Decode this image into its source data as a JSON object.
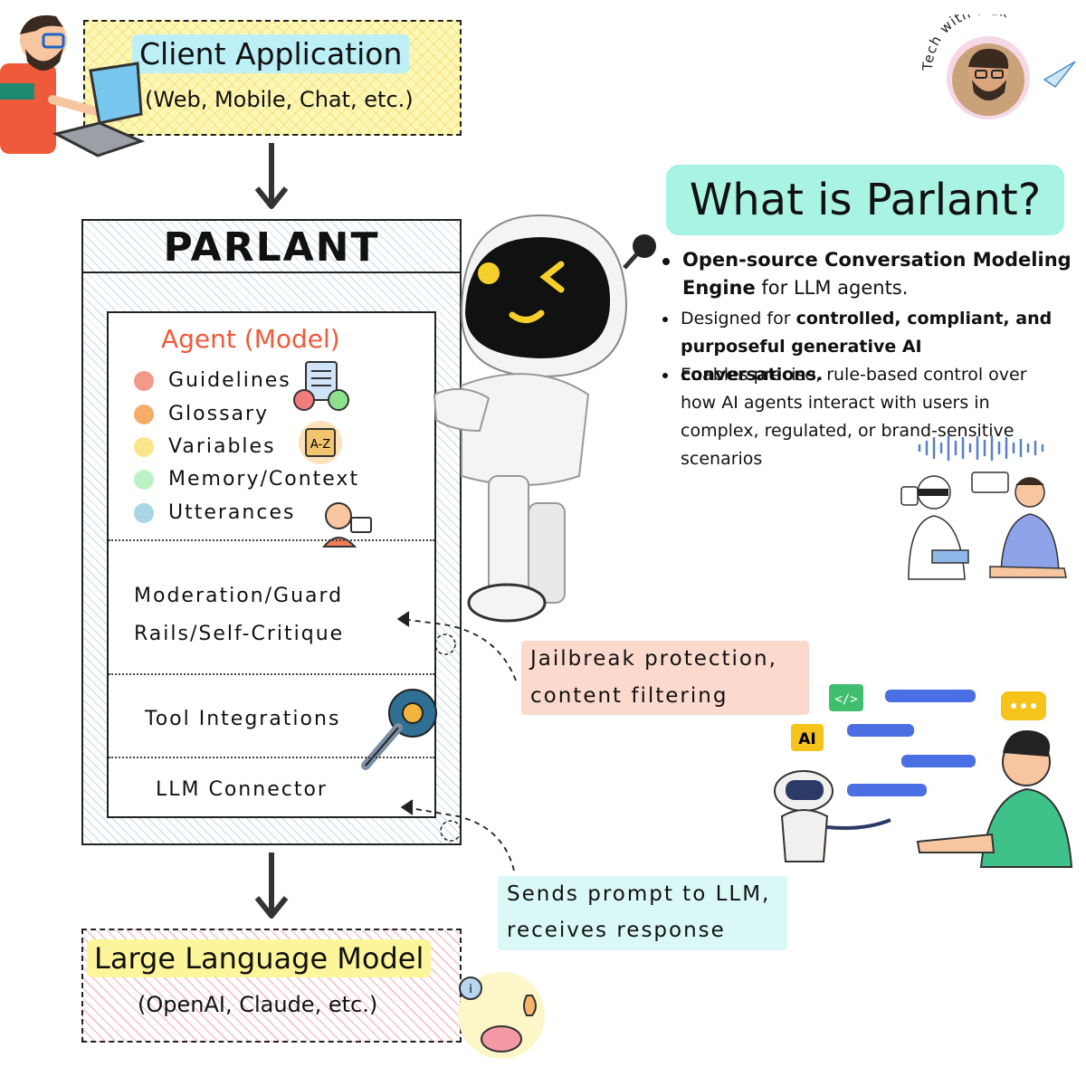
{
  "client": {
    "title": "Client Application",
    "subtitle": "(Web, Mobile, Chat, etc.)"
  },
  "parlant": {
    "title": "PARLANT",
    "agent_title": "Agent (Model)",
    "agent_items": [
      {
        "label": "Guidelines",
        "color": "#f4998a"
      },
      {
        "label": "Glossary",
        "color": "#f6ac68"
      },
      {
        "label": "Variables",
        "color": "#fbe58a"
      },
      {
        "label": "Memory/Context",
        "color": "#bdf3c4"
      },
      {
        "label": "Utterances",
        "color": "#a8d6e2"
      }
    ],
    "moderation_line1": "Moderation/Guard",
    "moderation_line2": "Rails/Self-Critique",
    "tools": "Tool Integrations",
    "connector": "LLM Connector"
  },
  "llm": {
    "title": "Large Language Model",
    "subtitle": "(OpenAI, Claude, etc.)"
  },
  "info": {
    "heading": "What is Parlant?",
    "bullet1_bold": "Open-source Conversation Modeling Engine",
    "bullet1_rest": " for LLM agents.",
    "bullet2_pre": "Designed for ",
    "bullet2_bold": "controlled, compliant, and purposeful generative AI conversations.",
    "bullet3": "Enables precise, rule-based control over how AI agents interact with users in complex, regulated, or brand-sensitive scenarios"
  },
  "callouts": {
    "jailbreak_line1": "Jailbreak protection,",
    "jailbreak_line2": "content filtering",
    "sends_line1": "Sends prompt to LLM,",
    "sends_line2": "receives response"
  },
  "watermark": {
    "text": "Tech with Mak"
  },
  "icons": {
    "dictionary_badge": "A-Z",
    "ai_badge": "AI",
    "code_badge": "</>",
    "info_badge": "i"
  }
}
